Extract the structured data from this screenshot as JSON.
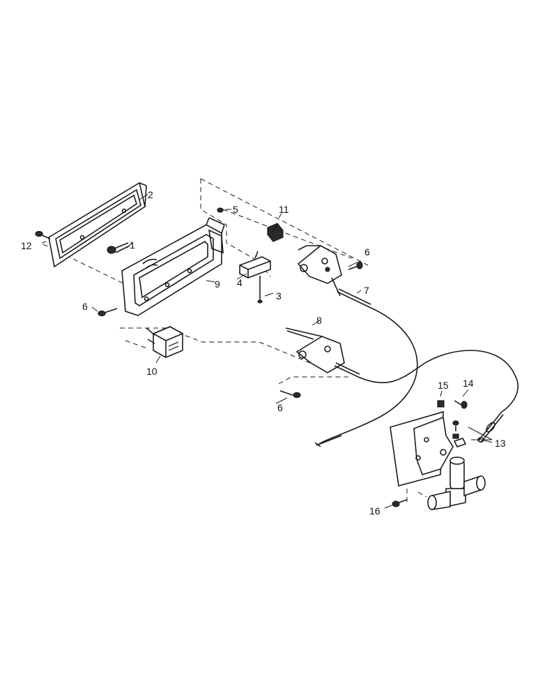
{
  "callouts": [
    {
      "id": "c1",
      "text": "1"
    },
    {
      "id": "c2",
      "text": "2"
    },
    {
      "id": "c3",
      "text": "3"
    },
    {
      "id": "c4",
      "text": "4"
    },
    {
      "id": "c5",
      "text": "5"
    },
    {
      "id": "c6a",
      "text": "6"
    },
    {
      "id": "c6b",
      "text": "6"
    },
    {
      "id": "c6c",
      "text": "6"
    },
    {
      "id": "c7",
      "text": "7"
    },
    {
      "id": "c8",
      "text": "8"
    },
    {
      "id": "c9",
      "text": "9"
    },
    {
      "id": "c10",
      "text": "10"
    },
    {
      "id": "c11",
      "text": "11"
    },
    {
      "id": "c12",
      "text": "12"
    },
    {
      "id": "c13",
      "text": "13"
    },
    {
      "id": "c14",
      "text": "14"
    },
    {
      "id": "c15",
      "text": "15"
    },
    {
      "id": "c16",
      "text": "16"
    }
  ],
  "colors": {
    "ink": "#1a1a1a",
    "background": "#ffffff"
  }
}
